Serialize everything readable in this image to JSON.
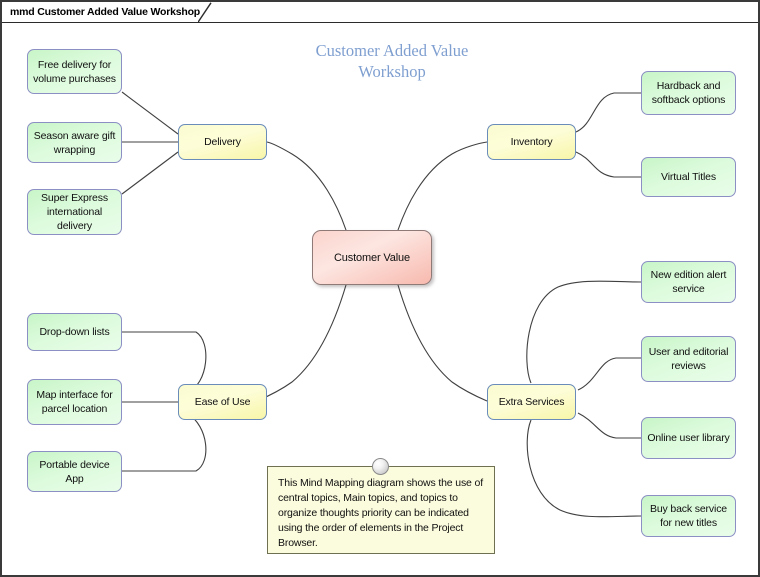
{
  "tab": {
    "label": "mmd Customer Added Value Workshop"
  },
  "diagram": {
    "title": "Customer Added Value Workshop",
    "central": {
      "label": "Customer Value"
    },
    "main_topics": [
      {
        "label": "Delivery"
      },
      {
        "label": "Inventory"
      },
      {
        "label": "Ease of Use"
      },
      {
        "label": "Extra Services"
      }
    ],
    "topics": {
      "delivery": [
        {
          "label": "Free delivery for volume purchases"
        },
        {
          "label": "Season aware gift wrapping"
        },
        {
          "label": "Super Express international delivery"
        }
      ],
      "inventory": [
        {
          "label": "Hardback and softback options"
        },
        {
          "label": "Virtual Titles"
        }
      ],
      "ease_of_use": [
        {
          "label": "Drop-down lists"
        },
        {
          "label": "Map interface for parcel location"
        },
        {
          "label": "Portable device App"
        }
      ],
      "extra_services": [
        {
          "label": "New edition alert service"
        },
        {
          "label": "User and editorial reviews"
        },
        {
          "label": "Online user library"
        },
        {
          "label": "Buy back service for new titles"
        }
      ]
    },
    "note": {
      "text": "This Mind Mapping diagram shows the use of central topics, Main topics, and topics to organize thoughts priority can be indicated using the order of elements in the Project Browser."
    },
    "colors": {
      "central_fill": "#fbd4cd",
      "main_fill": "#fcfcd2",
      "topic_fill": "#c8f5c8",
      "topic_border": "#8b8fc4",
      "main_border": "#6a8cba",
      "title_text": "#7f9fd0",
      "note_fill": "#fbfbdd",
      "connector": "#404040"
    }
  }
}
